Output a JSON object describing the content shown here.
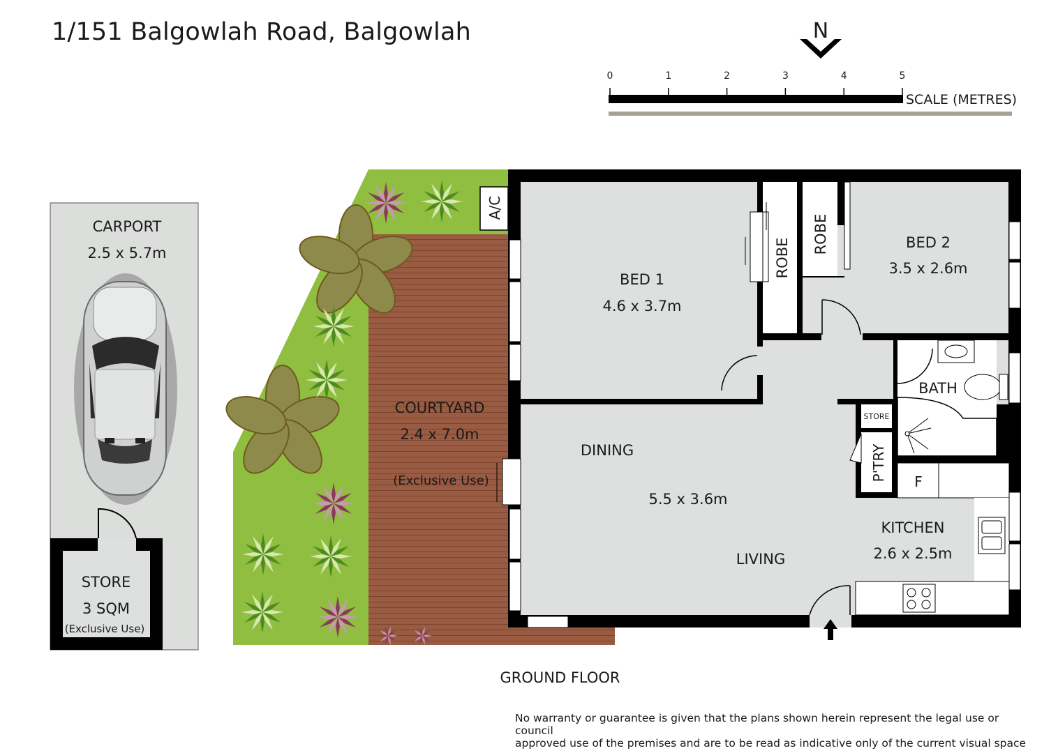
{
  "title": "1/151 Balgowlah Road, Balgowlah",
  "north_label": "N",
  "scale": {
    "label": "SCALE (METRES)",
    "ticks": [
      "0",
      "1",
      "2",
      "3",
      "4",
      "5"
    ]
  },
  "rooms": {
    "carport": {
      "name": "CARPORT",
      "size": "2.5 x 5.7m"
    },
    "store_outside": {
      "name": "STORE",
      "size": "3 SQM",
      "note": "(Exclusive Use)"
    },
    "courtyard": {
      "name": "COURTYARD",
      "size": "2.4 x 7.0m",
      "note": "(Exclusive Use)"
    },
    "ac": {
      "name": "A/C"
    },
    "bed1": {
      "name": "BED 1",
      "size": "4.6 x 3.7m"
    },
    "bed2": {
      "name": "BED 2",
      "size": "3.5 x 2.6m"
    },
    "robe1": {
      "name": "ROBE"
    },
    "robe2": {
      "name": "ROBE"
    },
    "bath": {
      "name": "BATH"
    },
    "store_inside": {
      "name": "STORE"
    },
    "pantry": {
      "name": "P'TRY"
    },
    "fridge": {
      "name": "F"
    },
    "kitchen": {
      "name": "KITCHEN",
      "size": "2.6 x 2.5m"
    },
    "dining": {
      "name": "DINING"
    },
    "living": {
      "name": "LIVING",
      "size": "5.5 x 3.6m"
    }
  },
  "floor_label": "GROUND FLOOR",
  "disclaimer_line1": "No warranty or guarantee is given that the plans shown herein represent the legal use or council",
  "disclaimer_line2": "approved use of the premises and are to be read as indicative only of the current visual space",
  "colors": {
    "wall": "#000000",
    "floor": "#dde0df",
    "deck": "#9a5b43",
    "garden": "#8fbe41",
    "carport": "#dcdedc",
    "scale_bar": "#a6a293"
  }
}
